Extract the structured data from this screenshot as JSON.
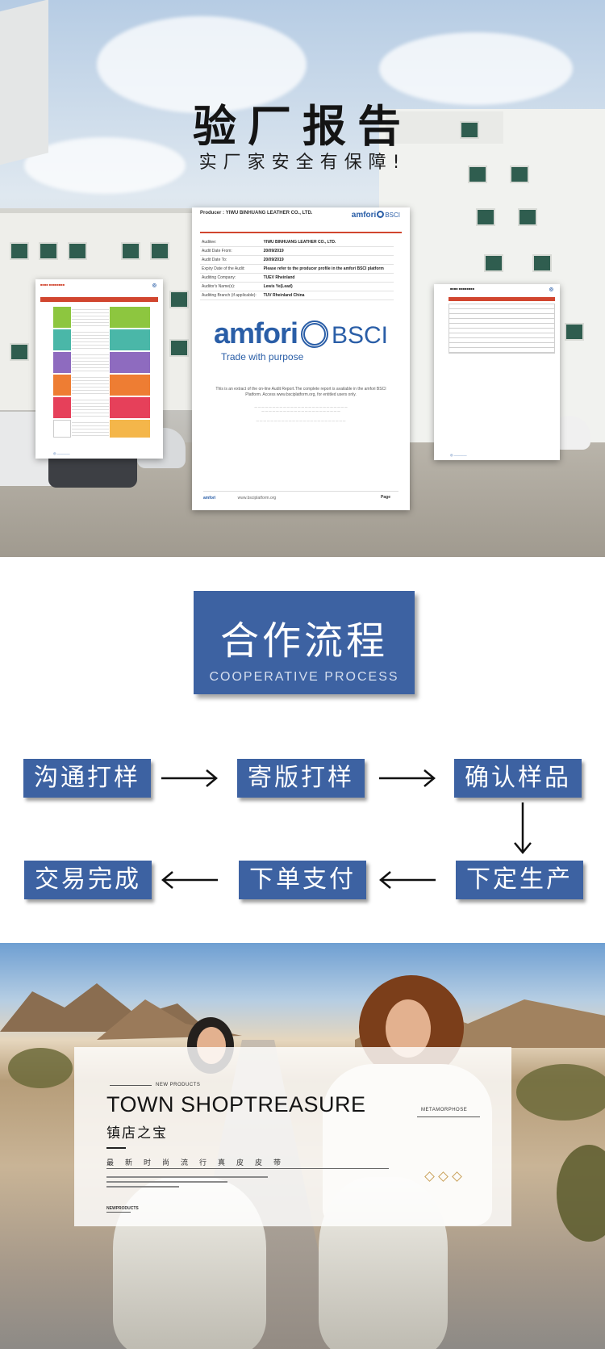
{
  "audit": {
    "title": "验厂报告",
    "subtitle": "实厂家安全有保障!",
    "main_doc": {
      "producer_label": "Producer :",
      "producer_name": "YIWU BINHUANG LEATHER CO., LTD.",
      "logo_left": "amfori",
      "logo_right": "BSCI",
      "rows": [
        {
          "label": "Auditee:",
          "value": "YIWU BINHUANG LEATHER CO., LTD."
        },
        {
          "label": "Audit Date From:",
          "value": "20/09/2019"
        },
        {
          "label": "Audit Date To:",
          "value": "20/09/2019"
        },
        {
          "label": "Expiry Date of the Audit:",
          "value": "Please refer to the producer profile in the amfori BSCI platform"
        },
        {
          "label": "Auditing Company:",
          "value": "TUEV Rheinland"
        },
        {
          "label": "Auditor's Name(s):",
          "value": "Lewis Ye(Lead)"
        },
        {
          "label": "Auditing Branch (if applicable):",
          "value": "TUV Rheinland China"
        }
      ],
      "big_logo_left": "amfori",
      "big_logo_right": "BSCI",
      "tagline": "Trade with purpose",
      "extract_note": "This is an extract of the on-line Audit Report.The complete report is available in the amfori BSCI Platform. Access www.bsciplatform.org, for entitled users only.",
      "footer_site": "www.bsciplatform.org",
      "footer_page": "Page"
    }
  },
  "process": {
    "title": "合作流程",
    "subtitle": "COOPERATIVE PROCESS",
    "steps": [
      "沟通打样",
      "寄版打样",
      "确认样品",
      "下定生产",
      "下单支付",
      "交易完成"
    ]
  },
  "feature": {
    "tag": "NEW PRODUCTS",
    "title": "TOWN SHOPTREASURE",
    "title_cn": "镇店之宝",
    "spaced_line": "最新时尚流行真皮皮带",
    "meta": "METAMORPHOSE",
    "bottom_tag": "NEWPRODUCTS"
  }
}
